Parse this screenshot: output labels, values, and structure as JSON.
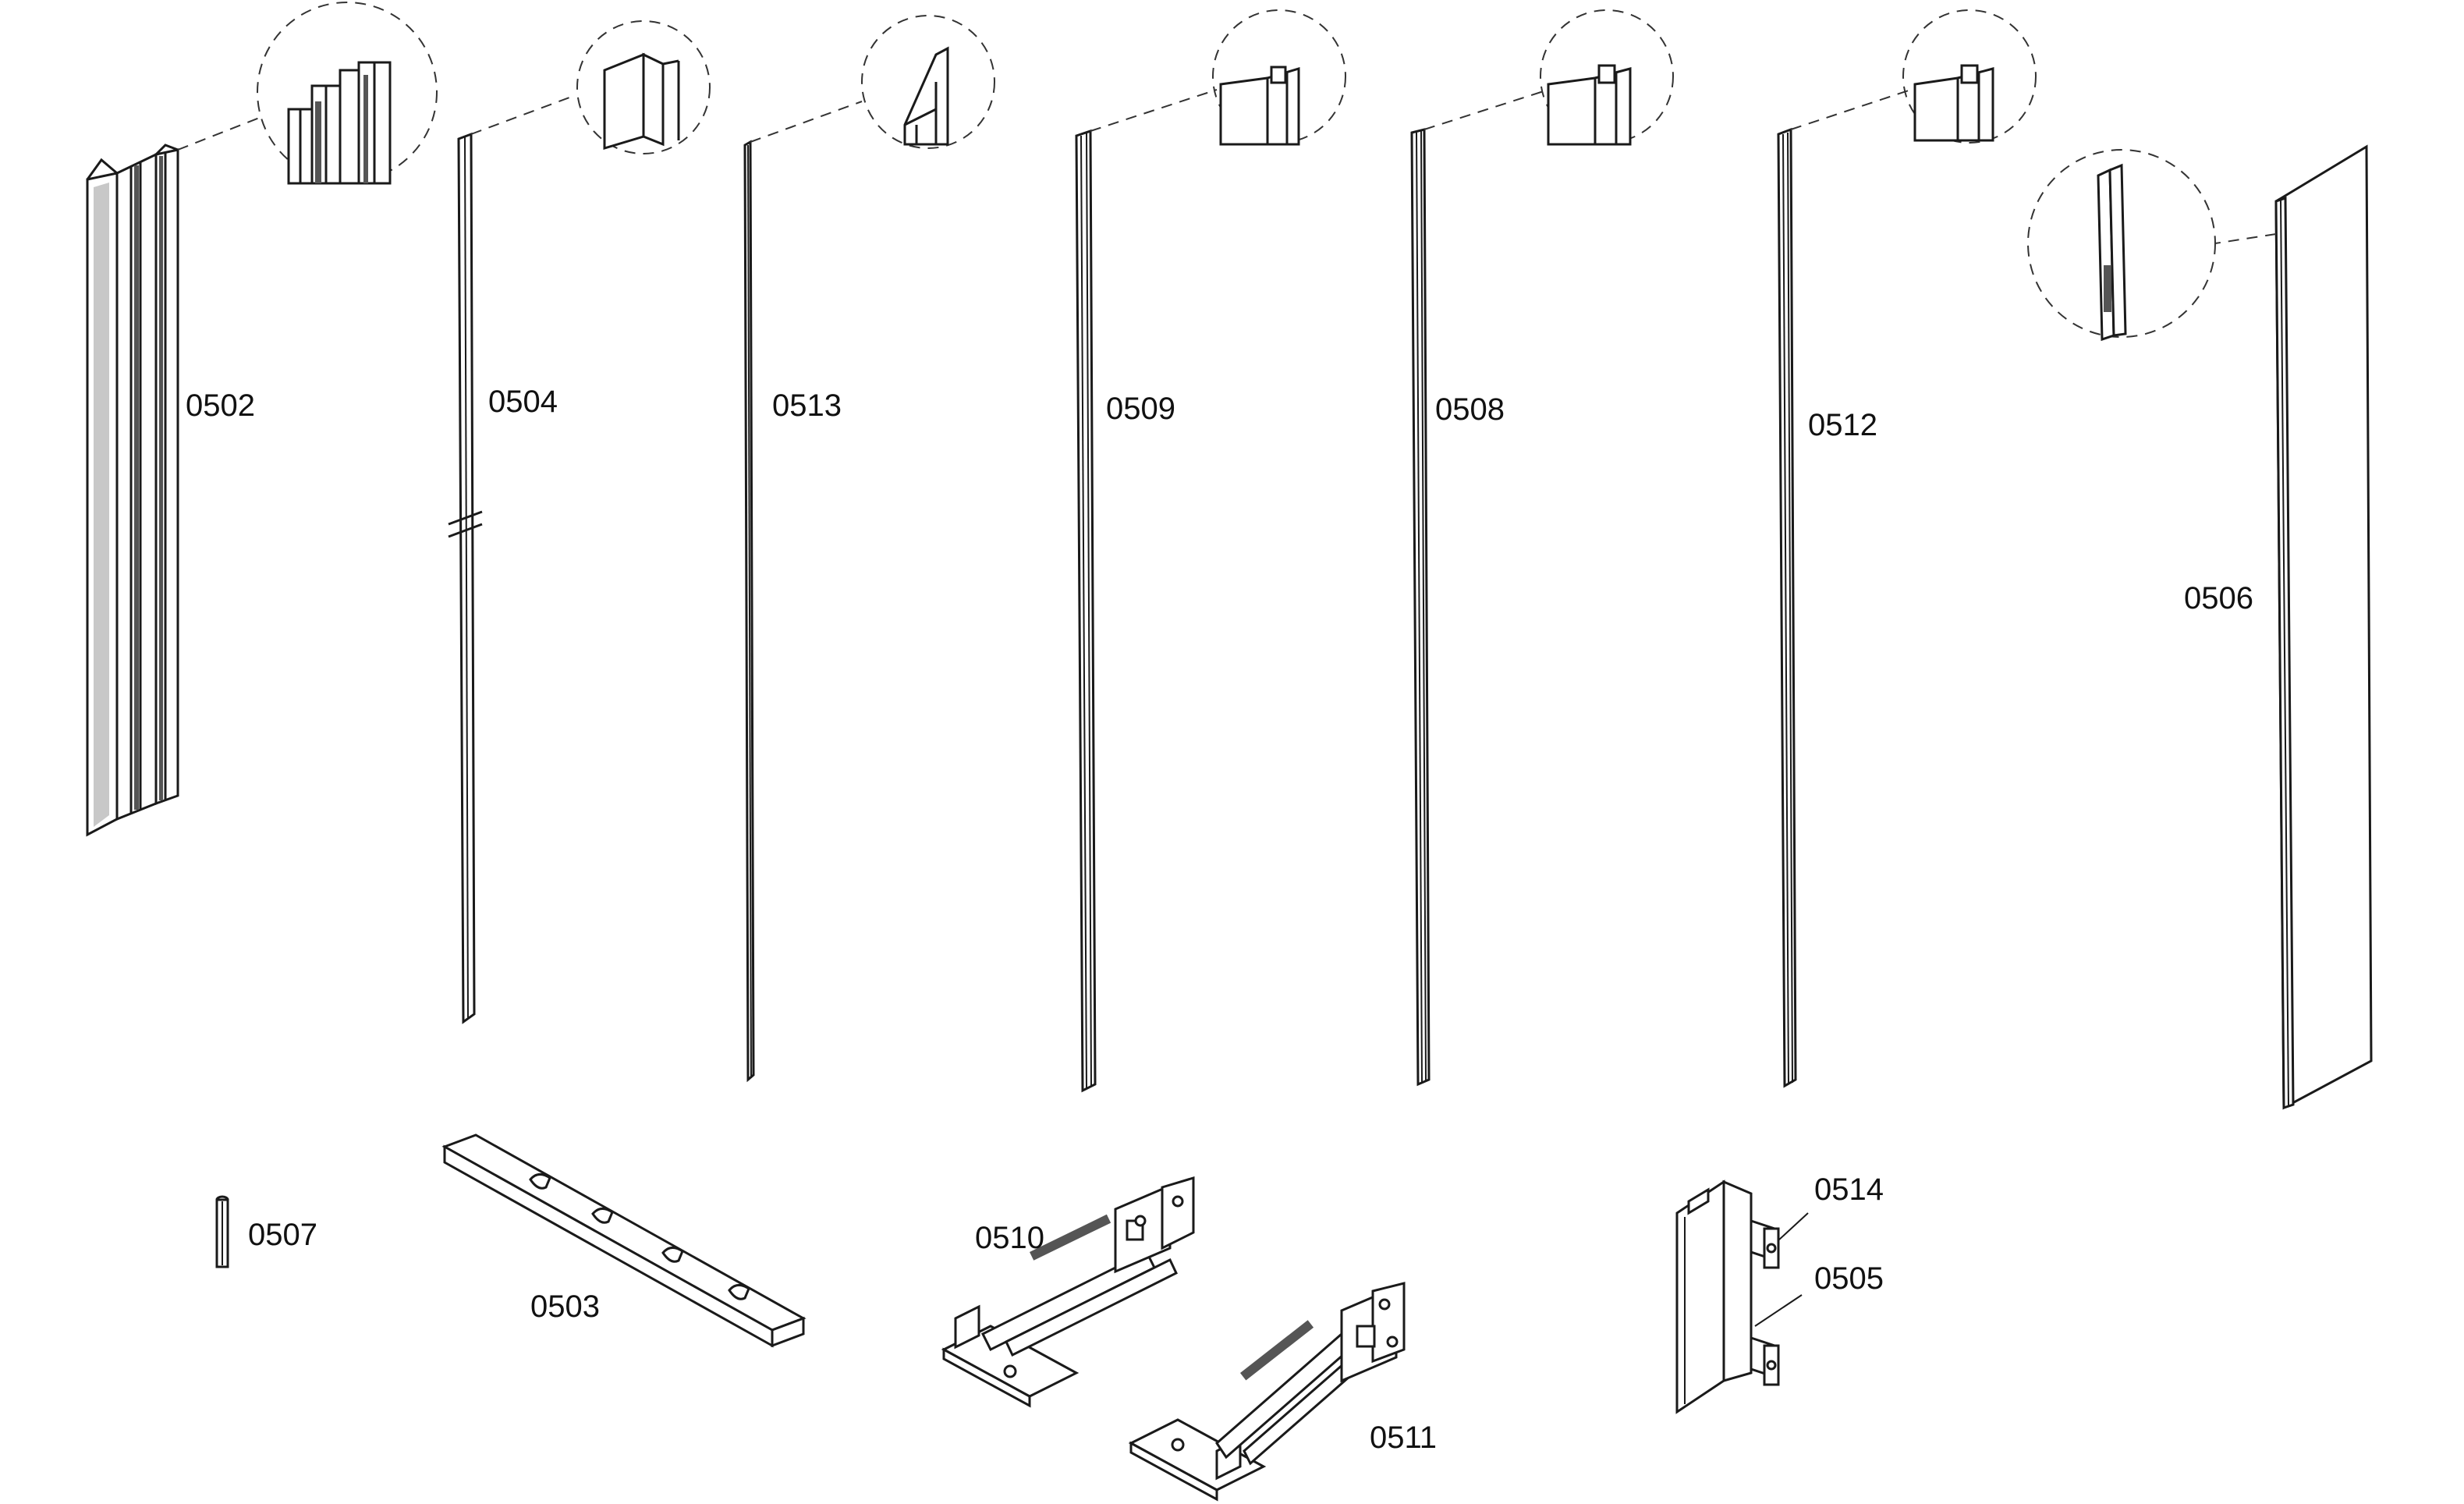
{
  "diagram": {
    "parts": [
      {
        "key": "p0502",
        "label": "0502"
      },
      {
        "key": "p0504",
        "label": "0504"
      },
      {
        "key": "p0513",
        "label": "0513"
      },
      {
        "key": "p0509",
        "label": "0509"
      },
      {
        "key": "p0508",
        "label": "0508"
      },
      {
        "key": "p0512",
        "label": "0512"
      },
      {
        "key": "p0506",
        "label": "0506"
      },
      {
        "key": "p0507",
        "label": "0507"
      },
      {
        "key": "p0503",
        "label": "0503"
      },
      {
        "key": "p0510",
        "label": "0510"
      },
      {
        "key": "p0511",
        "label": "0511"
      },
      {
        "key": "p0514",
        "label": "0514"
      },
      {
        "key": "p0505",
        "label": "0505"
      }
    ]
  }
}
